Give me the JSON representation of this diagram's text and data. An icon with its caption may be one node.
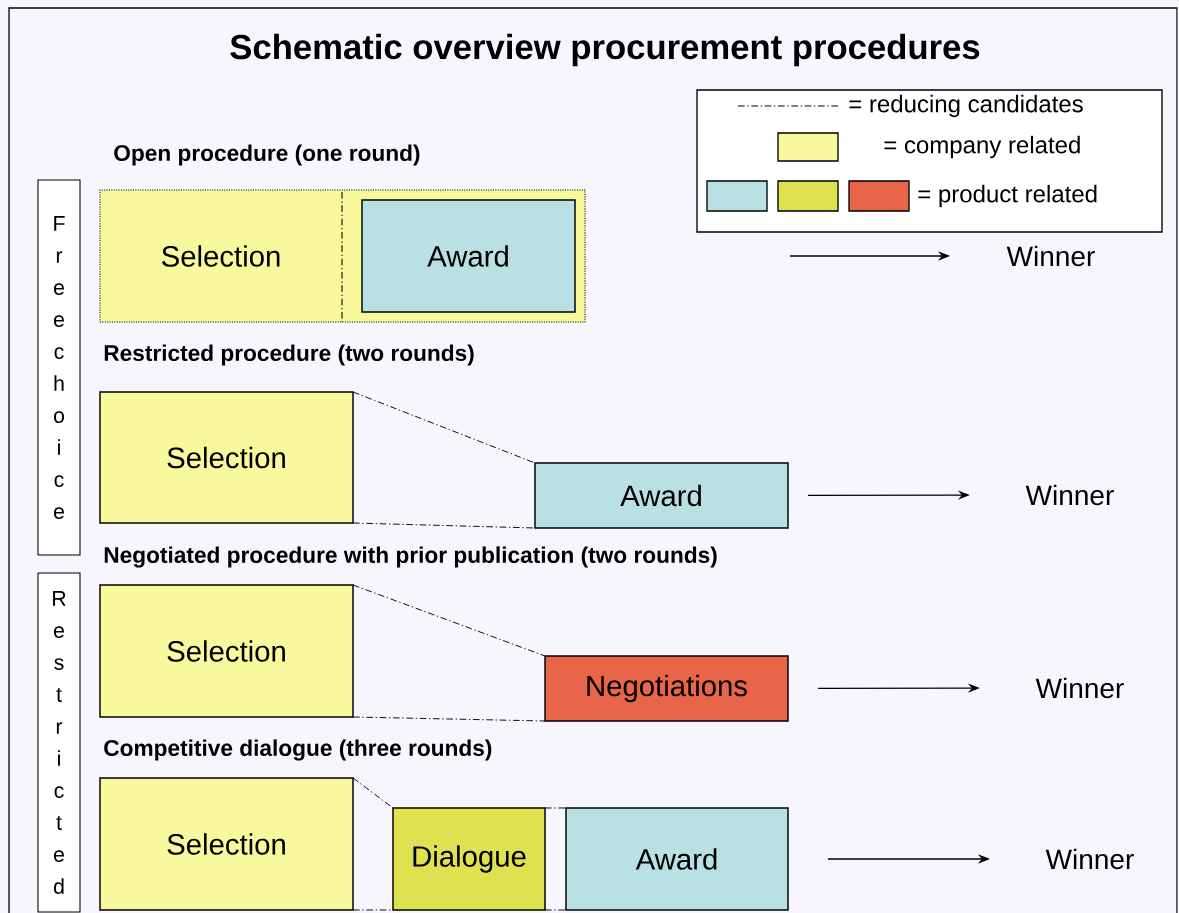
{
  "diagram": {
    "title": "Schematic overview procurement procedures",
    "nodes": [
      {
        "text": [
          "Freechoice"
        ]
      },
      {
        "text": [],
        "shape": "box"
      },
      {
        "text": [
          "Selection"
        ],
        "in": 1
      },
      {
        "text": [
          "Award"
        ],
        "in": 1
      },
      {
        "text": [
          "Winner"
        ]
      },
      {
        "text": [
          "Selection"
        ]
      },
      {
        "text": [
          "Award"
        ]
      },
      {
        "text": [
          "Winner"
        ]
      },
      {
        "text": [
          "Restricted"
        ]
      },
      {
        "text": [
          "Selection"
        ]
      },
      {
        "text": [
          "Negotiations"
        ]
      },
      {
        "text": [
          "Winner"
        ]
      },
      {
        "text": [
          "Selection"
        ]
      },
      {
        "text": [
          "Dialogue"
        ]
      },
      {
        "text": [
          "Award"
        ]
      },
      {
        "text": [
          "Winner"
        ]
      }
    ],
    "edges": [
      {
        "from": null,
        "to": 4,
        "arrow": "to"
      },
      {
        "from": 5,
        "to": 6,
        "arrow": "none",
        "style": "dashed"
      },
      {
        "from": 5,
        "to": 6,
        "arrow": "none",
        "style": "dashed"
      },
      {
        "from": 6,
        "to": 7,
        "arrow": "to"
      },
      {
        "from": 9,
        "to": 10,
        "arrow": "none",
        "style": "dashed"
      },
      {
        "from": 9,
        "to": 10,
        "arrow": "none",
        "style": "dashed"
      },
      {
        "from": 10,
        "to": 11,
        "arrow": "to"
      },
      {
        "from": 12,
        "to": 13,
        "arrow": "none",
        "style": "dashed"
      },
      {
        "from": 12,
        "to": 13,
        "arrow": "none",
        "style": "dashed"
      },
      {
        "from": 13,
        "to": 14,
        "arrow": "none",
        "style": "dashed"
      },
      {
        "from": 13,
        "to": 14,
        "arrow": "none",
        "style": "dashed"
      },
      {
        "from": 14,
        "to": 15,
        "arrow": "to"
      }
    ],
    "labels": [
      "Open procedure (one round)",
      "Restricted procedure (two rounds)",
      "Negotiated procedure with prior publication (two rounds)",
      "Competitive dialogue (three rounds)"
    ],
    "legend": [
      {
        "text": "= reducing candidates"
      },
      {
        "text": "= company related",
        "color": "#f8f99c"
      },
      {
        "text": "= product related",
        "color": "#b9e0e3"
      }
    ]
  }
}
